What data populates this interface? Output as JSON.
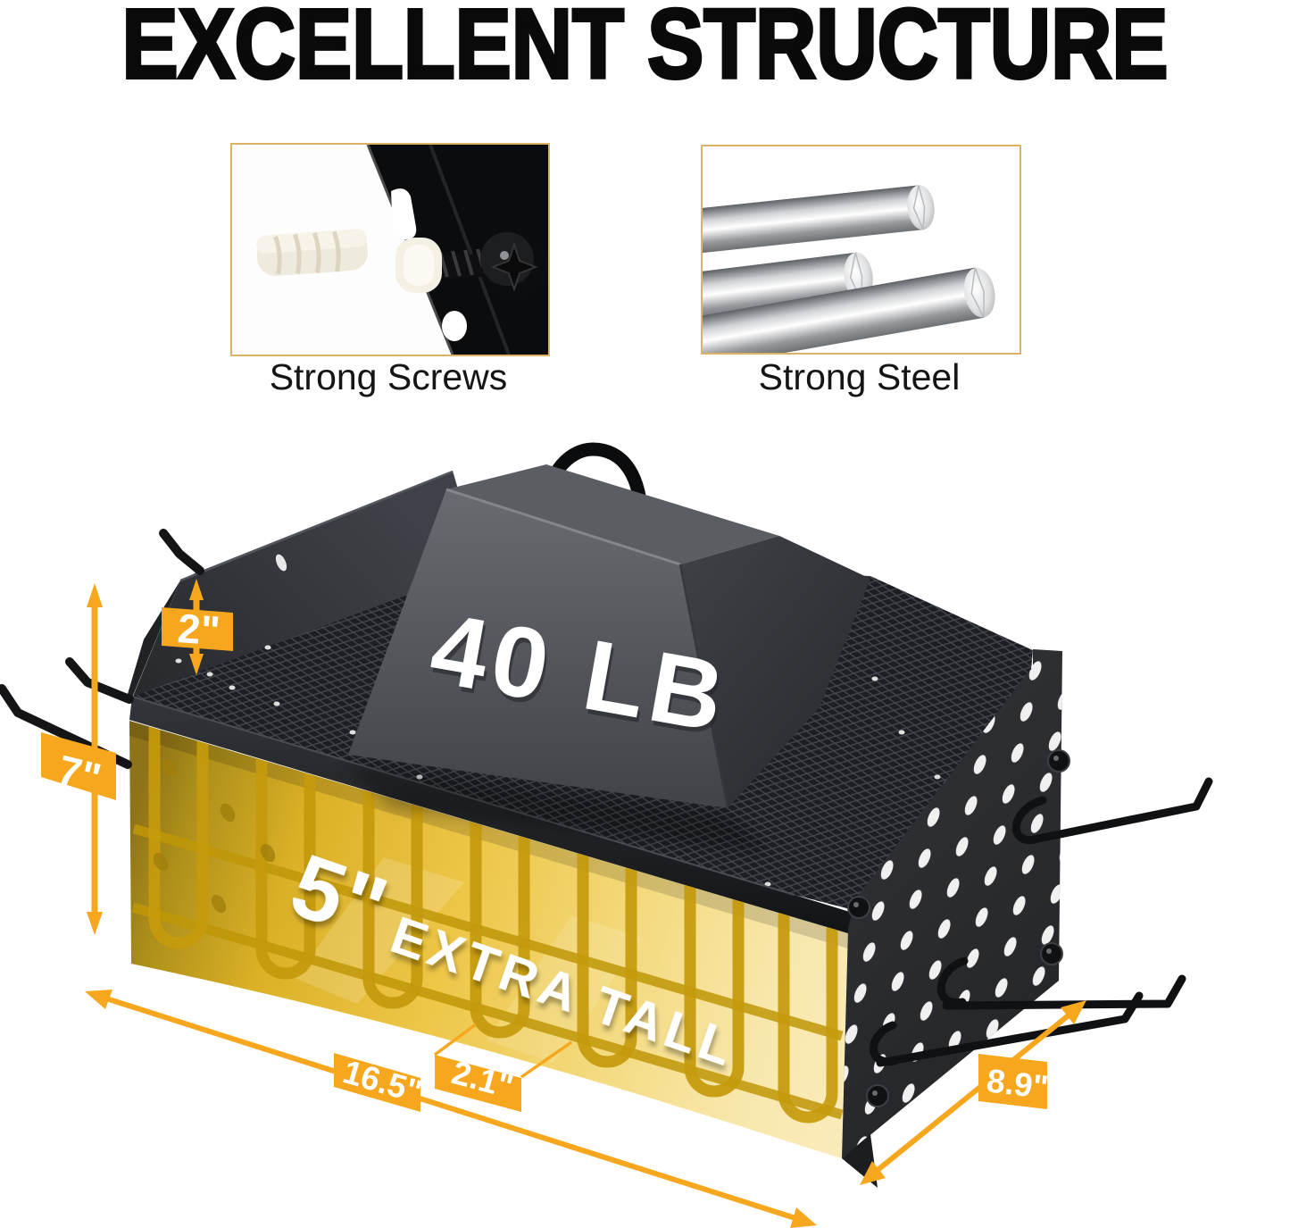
{
  "title": "EXCELLENT STRUCTURE",
  "features": {
    "screws": {
      "caption": "Strong Screws"
    },
    "steel": {
      "caption": "Strong Steel"
    }
  },
  "diagram": {
    "weight_label": "40 LB",
    "front_size": "5\"",
    "front_text": "EXTRA TALL",
    "dims": {
      "lip": "2\"",
      "height": "7\"",
      "width": "16.5\"",
      "slot": "2.1\"",
      "depth": "8.9\""
    },
    "colors": {
      "accent": "#F6A71E",
      "gold": "#E9BC33",
      "steel_dark": "#2B2D31"
    }
  }
}
